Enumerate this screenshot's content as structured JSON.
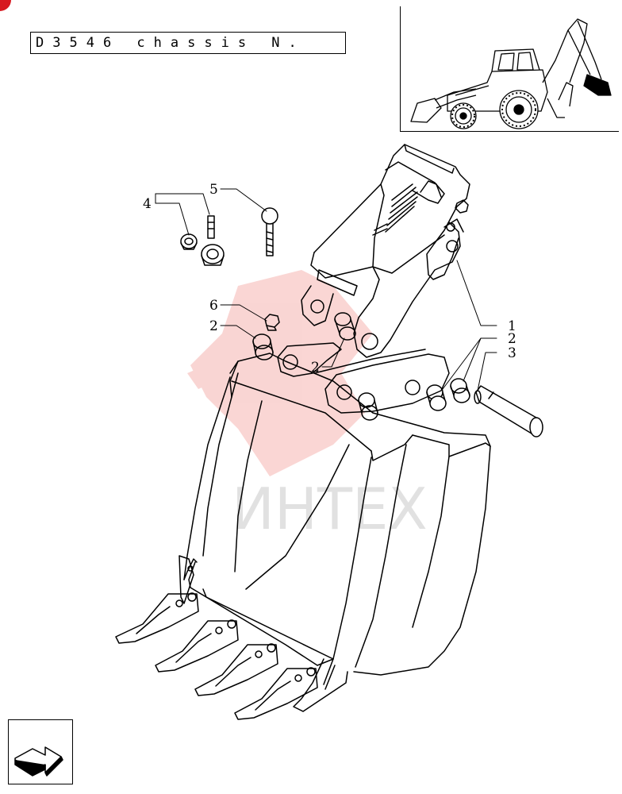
{
  "header": {
    "chassis_label": "D3546 chassis N."
  },
  "watermark": {
    "text": "ИНТЕХ",
    "color": "#e8453c"
  },
  "callouts": [
    {
      "num": "1"
    },
    {
      "num": "2"
    },
    {
      "num": "3"
    },
    {
      "num": "4"
    },
    {
      "num": "5"
    },
    {
      "num": "6"
    },
    {
      "num": "2"
    },
    {
      "num": "2"
    }
  ],
  "icons": {
    "nav": "next-page-arrow-icon",
    "corner": "red-corner-mark"
  },
  "colors": {
    "line": "#000000",
    "accent": "#d71920"
  }
}
